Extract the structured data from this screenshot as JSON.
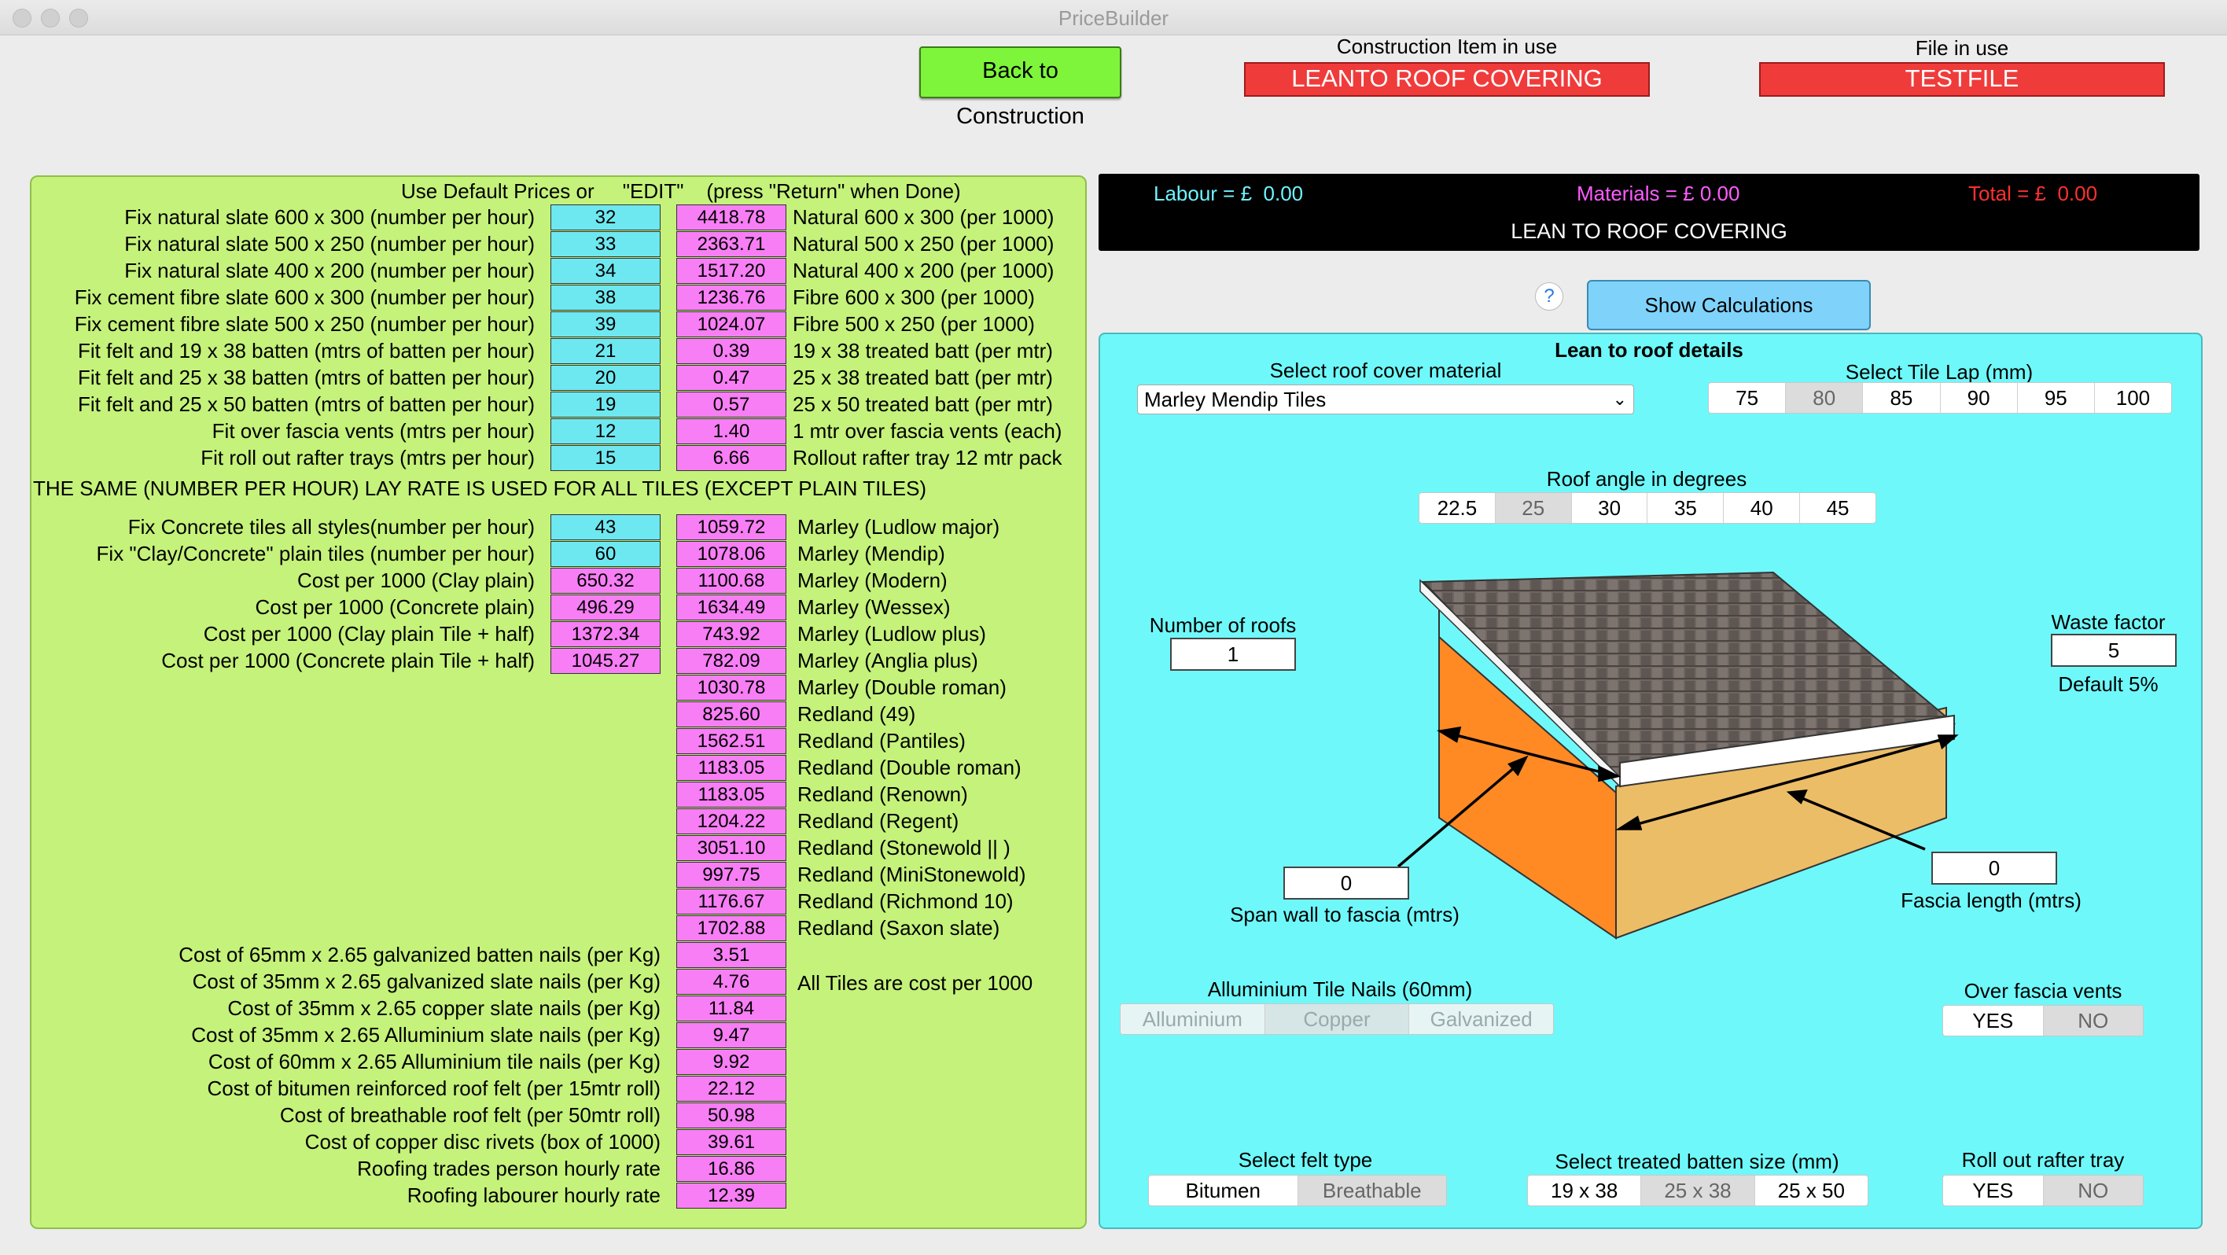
{
  "window": {
    "title": "PriceBuilder"
  },
  "header": {
    "back_button": "Back to Construction",
    "construction_caption": "Construction Item in use",
    "construction_value": "LEANTO ROOF COVERING",
    "file_caption": "File in use",
    "file_value": "TESTFILE"
  },
  "left": {
    "header_text": "Use Default Prices or     \"EDIT\"    (press \"Return\" when Done)",
    "rows1": [
      {
        "label": "Fix natural slate 600 x 300 (number per hour)",
        "rate": "32",
        "price": "4418.78",
        "desc": "Natural 600 x 300 (per 1000)"
      },
      {
        "label": "Fix natural slate 500 x 250 (number per hour)",
        "rate": "33",
        "price": "2363.71",
        "desc": "Natural 500 x 250 (per 1000)"
      },
      {
        "label": "Fix natural slate 400 x 200 (number per hour)",
        "rate": "34",
        "price": "1517.20",
        "desc": "Natural 400 x 200 (per 1000)"
      },
      {
        "label": "Fix cement fibre slate 600 x 300 (number per hour)",
        "rate": "38",
        "price": "1236.76",
        "desc": "Fibre 600 x 300 (per 1000)"
      },
      {
        "label": "Fix cement fibre slate 500 x 250 (number per hour)",
        "rate": "39",
        "price": "1024.07",
        "desc": "Fibre 500 x 250 (per 1000)"
      },
      {
        "label": "Fit felt and 19 x 38 batten (mtrs of batten per hour)",
        "rate": "21",
        "price": "0.39",
        "desc": "19 x 38 treated batt (per mtr)"
      },
      {
        "label": "Fit felt and 25 x 38 batten (mtrs of batten per hour)",
        "rate": "20",
        "price": "0.47",
        "desc": "25 x 38 treated batt (per mtr)"
      },
      {
        "label": "Fit felt and 25 x 50 batten (mtrs of batten per hour)",
        "rate": "19",
        "price": "0.57",
        "desc": "25 x 50 treated batt (per mtr)"
      },
      {
        "label": "Fit over fascia vents (mtrs per hour)",
        "rate": "12",
        "price": "1.40",
        "desc": "1 mtr over fascia vents (each)"
      },
      {
        "label": "Fit roll out rafter trays (mtrs per hour)",
        "rate": "15",
        "price": "6.66",
        "desc": "Rollout rafter tray 12 mtr pack"
      }
    ],
    "same_rate_note": "THE SAME (NUMBER PER HOUR) LAY RATE IS USED FOR ALL TILES (EXCEPT PLAIN TILES)",
    "tile_labels": [
      {
        "label": "Fix Concrete tiles all styles(number per hour)",
        "value": "43"
      },
      {
        "label": "Fix \"Clay/Concrete\" plain tiles (number per hour)",
        "value": "60"
      },
      {
        "label": "Cost per 1000 (Clay plain)",
        "value": "650.32"
      },
      {
        "label": "Cost per 1000 (Concrete plain)",
        "value": "496.29"
      },
      {
        "label": "Cost per 1000 (Clay plain Tile + half)",
        "value": "1372.34"
      },
      {
        "label": "Cost per 1000 (Concrete plain Tile + half)",
        "value": "1045.27"
      }
    ],
    "tiles": [
      {
        "price": "1059.72",
        "name": "Marley (Ludlow major)"
      },
      {
        "price": "1078.06",
        "name": "Marley (Mendip)"
      },
      {
        "price": "1100.68",
        "name": "Marley (Modern)"
      },
      {
        "price": "1634.49",
        "name": "Marley (Wessex)"
      },
      {
        "price": "743.92",
        "name": "Marley (Ludlow plus)"
      },
      {
        "price": "782.09",
        "name": "Marley (Anglia plus)"
      },
      {
        "price": "1030.78",
        "name": "Marley (Double roman)"
      },
      {
        "price": "825.60",
        "name": "Redland (49)"
      },
      {
        "price": "1562.51",
        "name": "Redland (Pantiles)"
      },
      {
        "price": "1183.05",
        "name": "Redland (Double roman)"
      },
      {
        "price": "1183.05",
        "name": "Redland (Renown)"
      },
      {
        "price": "1204.22",
        "name": "Redland (Regent)"
      },
      {
        "price": "3051.10",
        "name": "Redland (Stonewold || )"
      },
      {
        "price": "997.75",
        "name": "Redland (MiniStonewold)"
      },
      {
        "price": "1176.67",
        "name": "Redland (Richmond 10)"
      },
      {
        "price": "1702.88",
        "name": "Redland (Saxon slate)"
      }
    ],
    "materials": [
      {
        "label": "Cost of 65mm x 2.65 galvanized batten nails (per Kg)",
        "value": "3.51"
      },
      {
        "label": "Cost of 35mm x 2.65 galvanized slate nails (per Kg)",
        "value": "4.76"
      },
      {
        "label": "Cost of 35mm x 2.65 copper slate nails (per Kg)",
        "value": "11.84"
      },
      {
        "label": "Cost of 35mm x 2.65 Alluminium slate nails (per Kg)",
        "value": "9.47"
      },
      {
        "label": "Cost of 60mm x 2.65 Alluminium tile nails (per Kg)",
        "value": "9.92"
      },
      {
        "label": "Cost of bitumen reinforced roof felt (per 15mtr roll)",
        "value": "22.12"
      },
      {
        "label": "Cost of breathable roof felt (per 50mtr roll)",
        "value": "50.98"
      },
      {
        "label": "Cost of copper disc rivets (box of 1000)",
        "value": "39.61"
      },
      {
        "label": "Roofing trades person hourly rate",
        "value": "16.86"
      },
      {
        "label": "Roofing labourer hourly rate",
        "value": "12.39"
      }
    ],
    "all_tiles_note": "All Tiles are cost per 1000"
  },
  "summary": {
    "labour_label": "Labour = £",
    "labour_value": "0.00",
    "materials_label": "Materials = £",
    "materials_value": "0.00",
    "total_label": "Total = £",
    "total_value": "0.00",
    "heading": "LEAN TO ROOF COVERING",
    "labour_color": "#6ff3ff",
    "materials_color": "#ff5cff",
    "total_color": "#ff3030"
  },
  "controls": {
    "help": "?",
    "show_calc": "Show Calculations"
  },
  "details": {
    "title": "Lean to roof details",
    "cover_caption": "Select roof cover material",
    "cover_value": "Marley Mendip Tiles",
    "lap_caption": "Select Tile Lap (mm)",
    "lap_options": [
      "75",
      "80",
      "85",
      "90",
      "95",
      "100"
    ],
    "lap_selected": 1,
    "angle_caption": "Roof angle in degrees",
    "angle_options": [
      "22.5",
      "25",
      "30",
      "35",
      "40",
      "45"
    ],
    "angle_selected": 1,
    "roofs_caption": "Number of roofs",
    "roofs_value": "1",
    "waste_caption": "Waste factor",
    "waste_value": "5",
    "waste_default": "Default 5%",
    "span_value": "0",
    "span_caption": "Span wall to fascia (mtrs)",
    "fascia_value": "0",
    "fascia_caption": "Fascia length (mtrs)",
    "nails_caption": "Alluminium Tile Nails (60mm)",
    "nails_options": [
      "Alluminium",
      "Copper",
      "Galvanized"
    ],
    "vents_caption": "Over fascia vents",
    "vents_options": [
      "YES",
      "NO"
    ],
    "felt_caption": "Select felt type",
    "felt_options": [
      "Bitumen",
      "Breathable"
    ],
    "batten_caption": "Select treated batten size (mm)",
    "batten_options": [
      "19 x 38",
      "25 x 38",
      "25 x 50"
    ],
    "tray_caption": "Roll out rafter tray",
    "tray_options": [
      "YES",
      "NO"
    ]
  }
}
